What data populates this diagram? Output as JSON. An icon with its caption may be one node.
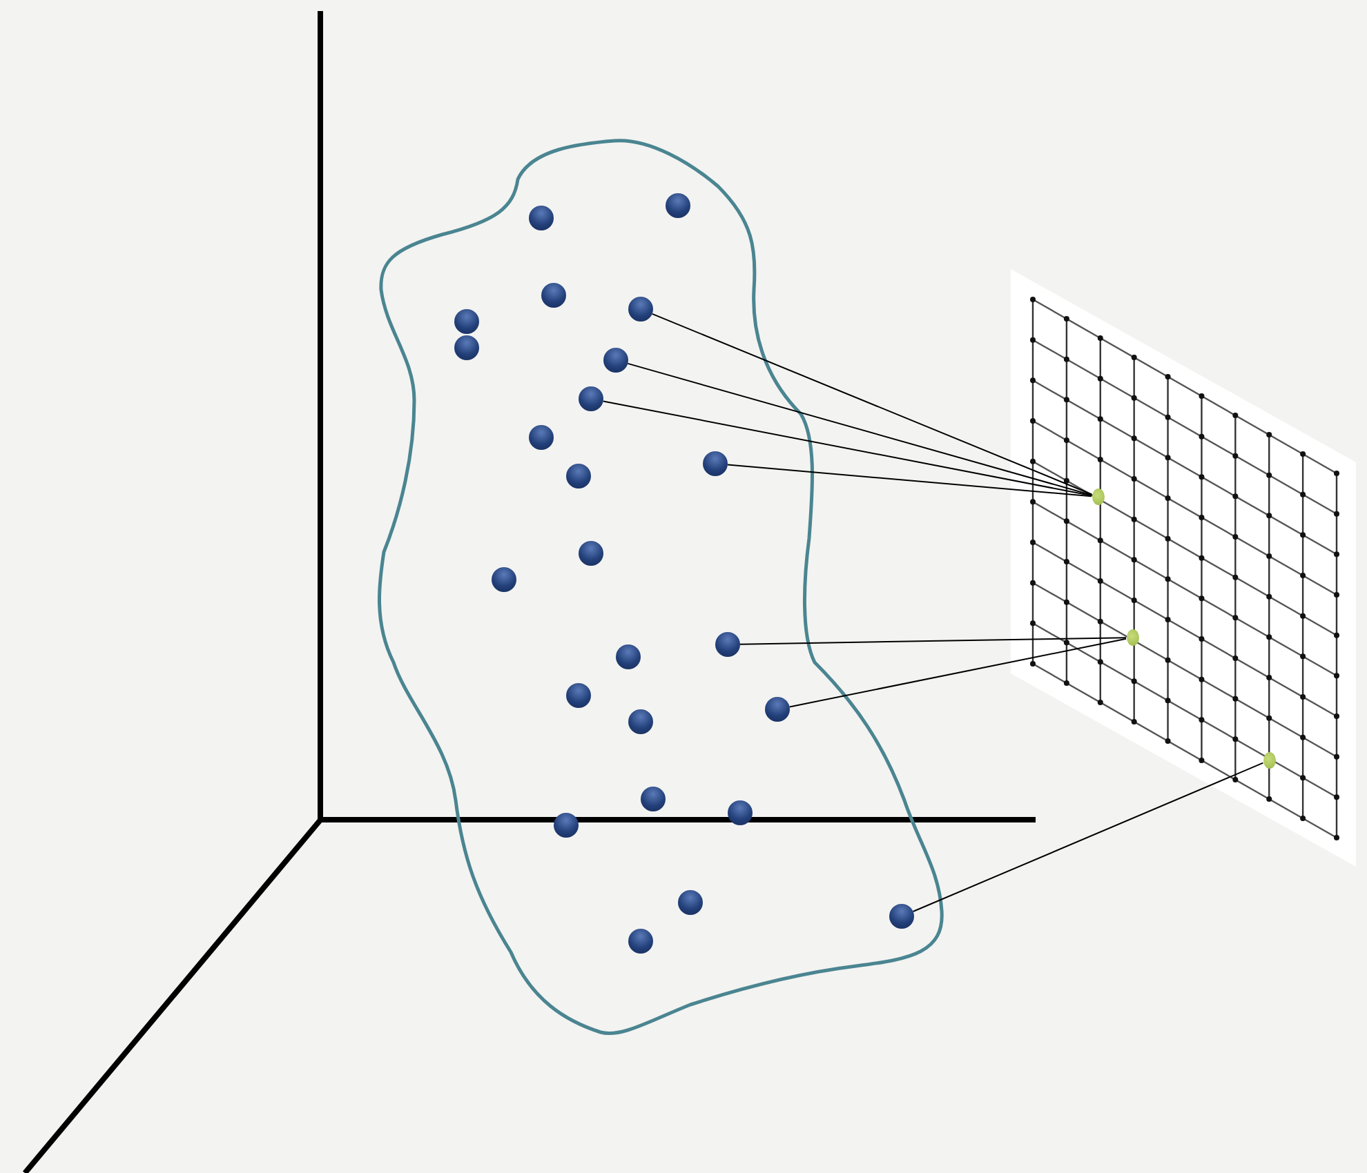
{
  "diagram": {
    "nodes": [
      {
        "text": [],
        "shape": "circle"
      },
      {
        "text": [],
        "shape": "circle"
      },
      {
        "text": [],
        "shape": "circle"
      },
      {
        "text": [],
        "shape": "circle"
      },
      {
        "text": [],
        "shape": "circle"
      },
      {
        "text": [],
        "shape": "circle"
      },
      {
        "text": [],
        "shape": "circle"
      },
      {
        "text": [],
        "shape": "circle"
      },
      {
        "text": [],
        "shape": "circle"
      },
      {
        "text": [],
        "shape": "circle"
      },
      {
        "text": [],
        "shape": "circle"
      },
      {
        "text": [],
        "shape": "circle"
      },
      {
        "text": [],
        "shape": "circle"
      },
      {
        "text": [],
        "shape": "circle"
      },
      {
        "text": [],
        "shape": "circle"
      },
      {
        "text": [],
        "shape": "circle"
      },
      {
        "text": [],
        "shape": "circle"
      },
      {
        "text": [],
        "shape": "circle"
      },
      {
        "text": [],
        "shape": "circle"
      },
      {
        "text": [],
        "shape": "circle"
      },
      {
        "text": [],
        "shape": "circle"
      },
      {
        "text": [],
        "shape": "circle"
      },
      {
        "text": [],
        "shape": "circle"
      },
      {
        "text": [],
        "shape": "circle"
      },
      {
        "text": [],
        "shape": "circle"
      },
      {
        "text": [],
        "shape": "circle"
      },
      {
        "text": [],
        "shape": "circle"
      }
    ],
    "edges": [
      {
        "from": 3,
        "to": 24,
        "arrow": "none"
      },
      {
        "from": 6,
        "to": 24,
        "arrow": "none"
      },
      {
        "from": 7,
        "to": 24,
        "arrow": "none"
      },
      {
        "from": 9,
        "to": 24,
        "arrow": "none"
      },
      {
        "from": 13,
        "to": 25,
        "arrow": "none"
      },
      {
        "from": 16,
        "to": 25,
        "arrow": "none"
      },
      {
        "from": 22,
        "to": 26,
        "arrow": "none"
      }
    ]
  }
}
